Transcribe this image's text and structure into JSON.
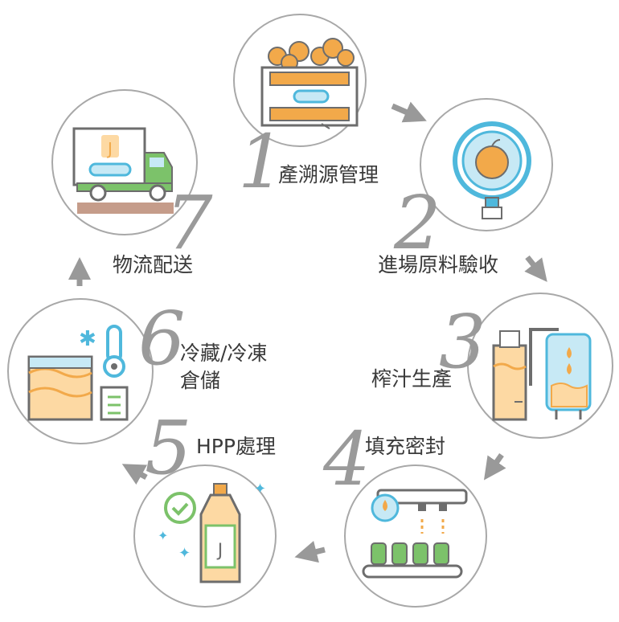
{
  "steps": [
    {
      "number": "1",
      "label": "產溯源管理"
    },
    {
      "number": "2",
      "label": "進場原料驗收"
    },
    {
      "number": "3",
      "label": "榨汁生產"
    },
    {
      "number": "4",
      "label": "填充密封"
    },
    {
      "number": "5",
      "label": "HPP處理"
    },
    {
      "number": "6",
      "label_line1": "冷藏/冷凍",
      "label_line2": "倉儲"
    },
    {
      "number": "7",
      "label": "物流配送"
    }
  ],
  "icon_badges": {
    "truck_letter": "J",
    "bottle_letter": "J"
  },
  "colors": {
    "circle_border": "#a8a8a8",
    "arrow": "#999999",
    "number": "#9a9a9a",
    "orange": "#f2a94a",
    "orange_light": "#fdd9a3",
    "blue": "#4fb8dc",
    "blue_light": "#c7e9f5",
    "green": "#7cc26a",
    "gray_dark": "#6d6d6d",
    "brown": "#c59c8a"
  }
}
